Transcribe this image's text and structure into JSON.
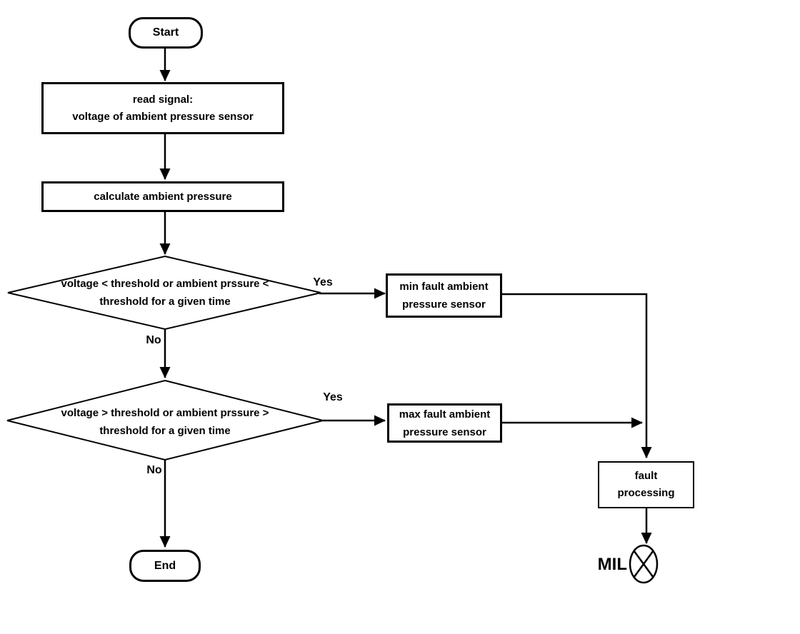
{
  "flowchart": {
    "colors": {
      "stroke": "#000000",
      "fill": "#ffffff",
      "background": "#ffffff"
    },
    "nodes": {
      "start": {
        "label": "Start"
      },
      "read_signal": {
        "line1": "read signal:",
        "line2": "voltage of ambient pressure sensor"
      },
      "calculate": {
        "label": "calculate ambient pressure"
      },
      "decision_low": {
        "line1": "voltage < threshold or ambient prssure <",
        "line2": "threshold for a given time"
      },
      "min_fault": {
        "line1": "min fault ambient",
        "line2": "pressure sensor"
      },
      "decision_high": {
        "line1": "voltage > threshold or ambient prssure >",
        "line2": "threshold for a given time"
      },
      "max_fault": {
        "line1": "max fault ambient",
        "line2": "pressure sensor"
      },
      "fault_processing": {
        "line1": "fault",
        "line2": "processing"
      },
      "end": {
        "label": "End"
      },
      "mil": {
        "label": "MIL"
      }
    },
    "edge_labels": {
      "decision_low_yes": "Yes",
      "decision_low_no": "No",
      "decision_high_yes": "Yes",
      "decision_high_no": "No"
    }
  }
}
